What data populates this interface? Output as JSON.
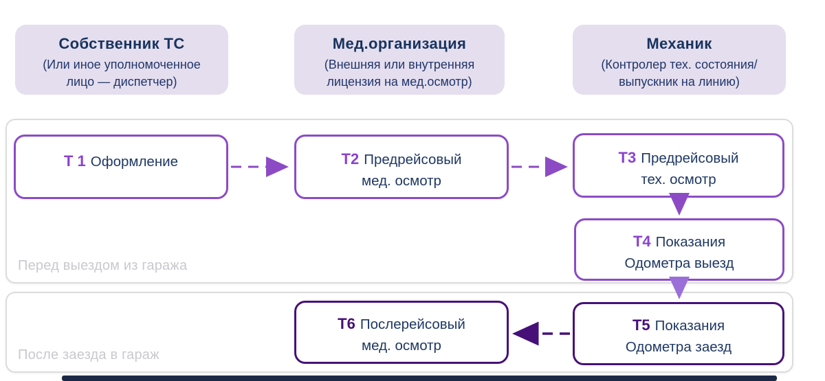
{
  "roles": [
    {
      "title": "Собственник ТС",
      "sub1": "(Или иное уполномоченное",
      "sub2": "лицо — диспетчер)"
    },
    {
      "title": "Мед.организация",
      "sub1": "(Внешняя или внутренняя",
      "sub2": "лицензия на мед.осмотр)"
    },
    {
      "title": "Механик",
      "sub1": "(Контролер тех. состояния/",
      "sub2": "выпускник на линию)"
    }
  ],
  "sections": [
    {
      "label": "Перед выездом из гаража"
    },
    {
      "label": "После заезда в гараж"
    }
  ],
  "steps": [
    {
      "id": "Т 1",
      "line1": "Оформление",
      "line2": ""
    },
    {
      "id": "Т2",
      "line1": "Предрейсовый",
      "line2": "мед. осмотр"
    },
    {
      "id": "Т3",
      "line1": "Предрейсовый",
      "line2": "тех. осмотр"
    },
    {
      "id": "Т4",
      "line1": "Показания",
      "line2": "Одометра выезд"
    },
    {
      "id": "Т5",
      "line1": "Показания",
      "line2": "Одометра заезд"
    },
    {
      "id": "Т6",
      "line1": "Послерейсовый",
      "line2": "мед. осмотр"
    }
  ],
  "colors": {
    "role_bg": "#e5deee",
    "navy_text": "#1e355e",
    "purple": "#8c4bc5",
    "purple_light": "#9b6fd8",
    "purple_dark": "#471078",
    "section_border": "#dcdcdc",
    "section_label": "#c9c9ce",
    "bottom_bar": "#1c2946"
  }
}
